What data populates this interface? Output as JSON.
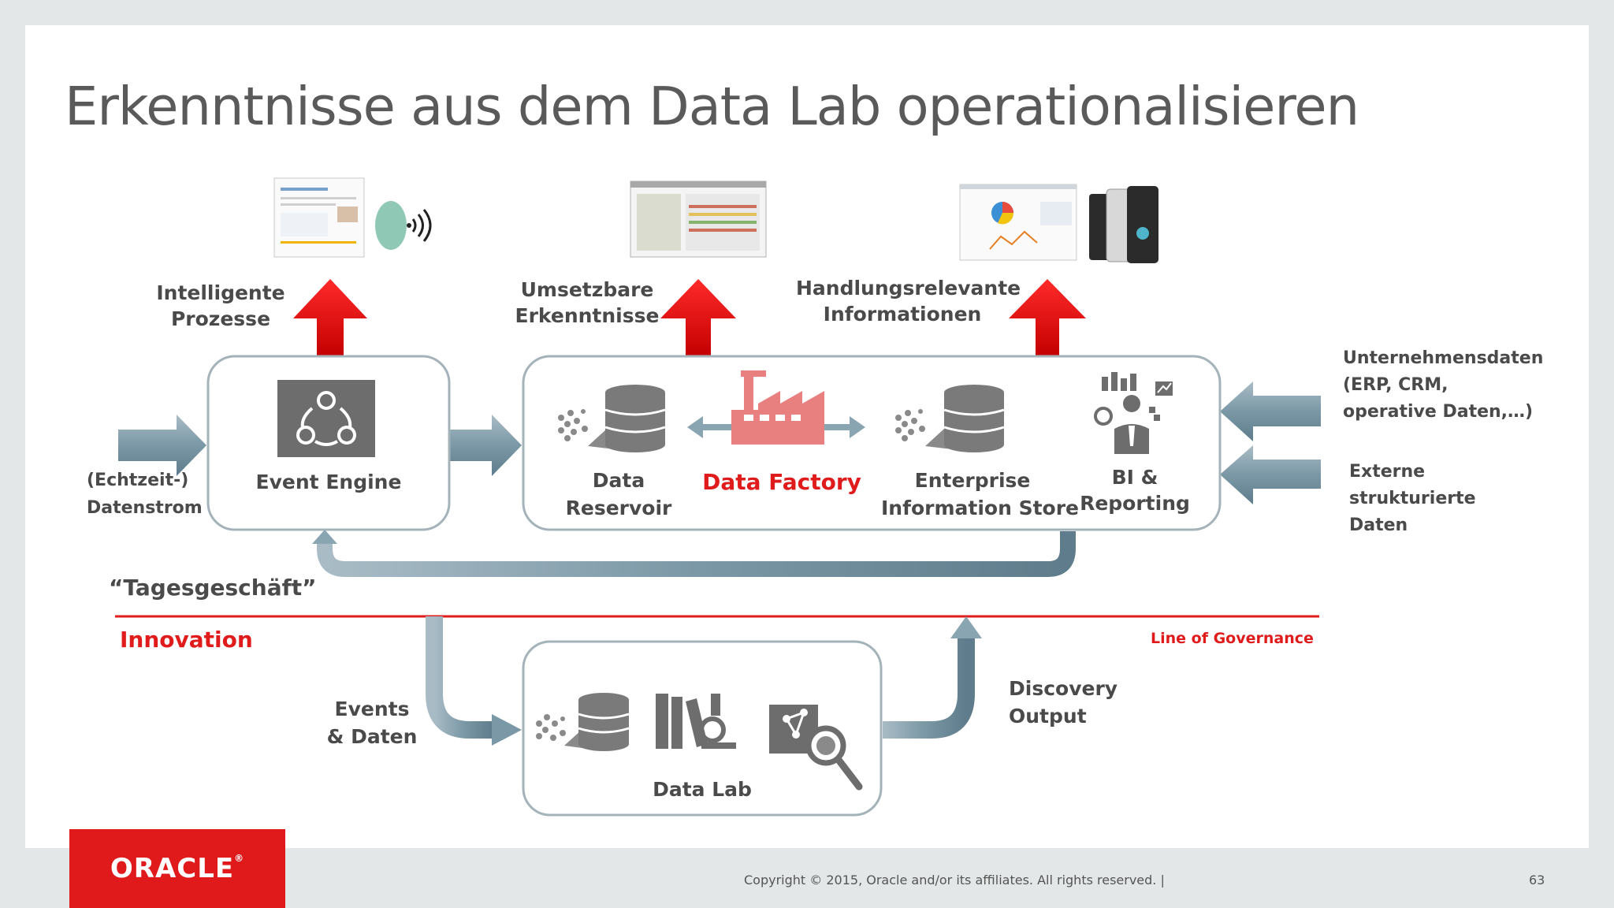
{
  "slide": {
    "title": "Erkenntnisse aus dem Data Lab operationalisieren",
    "footer_copyright": "Copyright © 2015, Oracle and/or its affiliates. All rights reserved.  |",
    "page_number": "63",
    "logo_text": "ORACLE"
  },
  "outputs": {
    "intelligent_line1": "Intelligente",
    "intelligent_line2": "Prozesse",
    "actionable_line1": "Umsetzbare",
    "actionable_line2": "Erkenntnisse",
    "relevant_line1": "Handlungsrelevante",
    "relevant_line2": "Informationen"
  },
  "inputs": {
    "stream_line1": "(Echtzeit-)",
    "stream_line2": "Datenstrom",
    "enterprise_line1": "Unternehmensdaten",
    "enterprise_line2": "(ERP, CRM,",
    "enterprise_line3": "operative Daten,…)",
    "external_line1": "Externe",
    "external_line2": "strukturierte",
    "external_line3": "Daten"
  },
  "nodes": {
    "event_engine": "Event Engine",
    "data_reservoir_line1": "Data",
    "data_reservoir_line2": "Reservoir",
    "data_factory": "Data Factory",
    "eis_line1": "Enterprise",
    "eis_line2": "Information Store",
    "bi_line1": "BI &",
    "bi_line2": "Reporting",
    "data_lab": "Data Lab"
  },
  "zones": {
    "daily_business": "“Tagesgeschäft”",
    "innovation": "Innovation",
    "governance": "Line of Governance",
    "events_line1": "Events",
    "events_line2": "& Daten",
    "discovery_line1": "Discovery",
    "discovery_line2": "Output"
  },
  "colors": {
    "accent_red": "#e01b1b",
    "arrow_blue_gray": "#7b98a6",
    "box_border": "#9aaab2",
    "icon_gray": "#6d6d6d",
    "factory_pink": "#e88080"
  }
}
